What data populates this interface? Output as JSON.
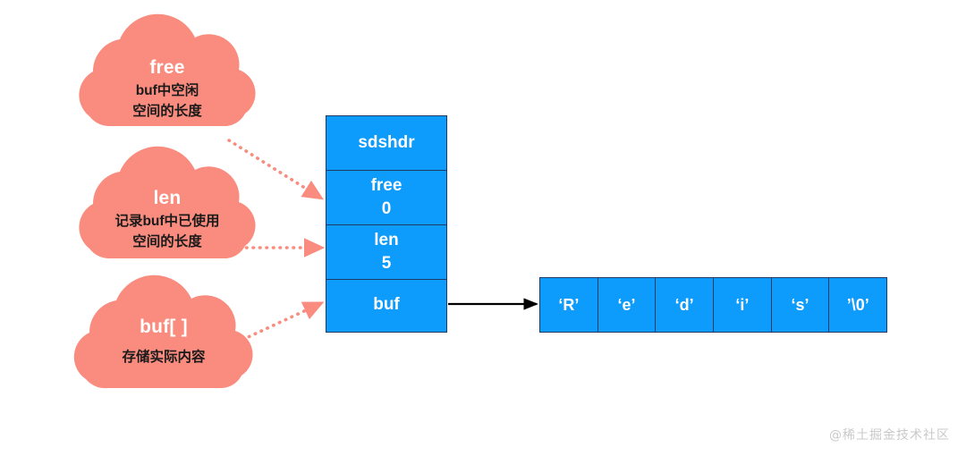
{
  "diagram": {
    "title": "Redis SDS structure diagram",
    "colors": {
      "cloud": "#F98C7E",
      "box_fill": "#0D9BFC",
      "box_border": "#1F3B63",
      "dotted_arrow": "#F98C7E",
      "solid_arrow": "#000000",
      "watermark": "#C9C9C9"
    }
  },
  "clouds": [
    {
      "id": "free",
      "title": "free",
      "desc": "buf中空闲\n空间的长度"
    },
    {
      "id": "len",
      "title": "len",
      "desc": "记录buf中已使用\n空间的长度"
    },
    {
      "id": "buf",
      "title": "buf[ ]",
      "desc": "存储实际内容"
    }
  ],
  "sdshdr": {
    "header_label": "sdshdr",
    "rows": [
      {
        "name": "free",
        "value": "0"
      },
      {
        "name": "len",
        "value": "5"
      },
      {
        "name": "buf",
        "value": ""
      }
    ]
  },
  "char_array": {
    "cells": [
      "‘R’",
      "‘e’",
      "‘d’",
      "‘i’",
      "‘s’",
      "’\\0’"
    ]
  },
  "watermark": {
    "text": "@稀土掘金技术社区"
  }
}
